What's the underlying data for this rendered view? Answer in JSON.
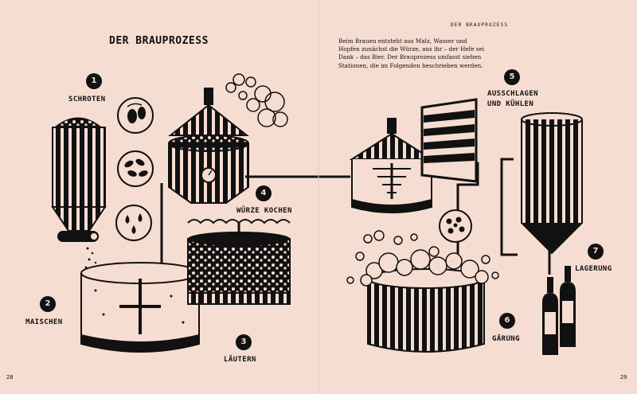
{
  "header": {
    "title": "DER BRAUPROZESS",
    "running_head": "DER BRAUPROZESS"
  },
  "intro": "Beim Brauen entsteht aus Malz, Wasser und Hopfen zunächst die Würze, aus ihr – der Hefe sei Dank – das Bier. Der Brauprozess umfasst sieben Stationen, die im Folgenden beschrieben werden.",
  "page_numbers": {
    "left": "28",
    "right": "29"
  },
  "steps": [
    {
      "number": "1",
      "label": "SCHROTEN"
    },
    {
      "number": "2",
      "label": "MAISCHEN"
    },
    {
      "number": "3",
      "label": "LÄUTERN"
    },
    {
      "number": "4",
      "label": "WÜRZE KOCHEN"
    },
    {
      "number": "5",
      "label": "AUSSCHLAGEN UND KÜHLEN"
    },
    {
      "number": "6",
      "label": "GÄRUNG"
    },
    {
      "number": "7",
      "label": "LAGERUNG"
    }
  ],
  "colors": {
    "paper": "#f6ddd1",
    "ink": "#111111"
  }
}
